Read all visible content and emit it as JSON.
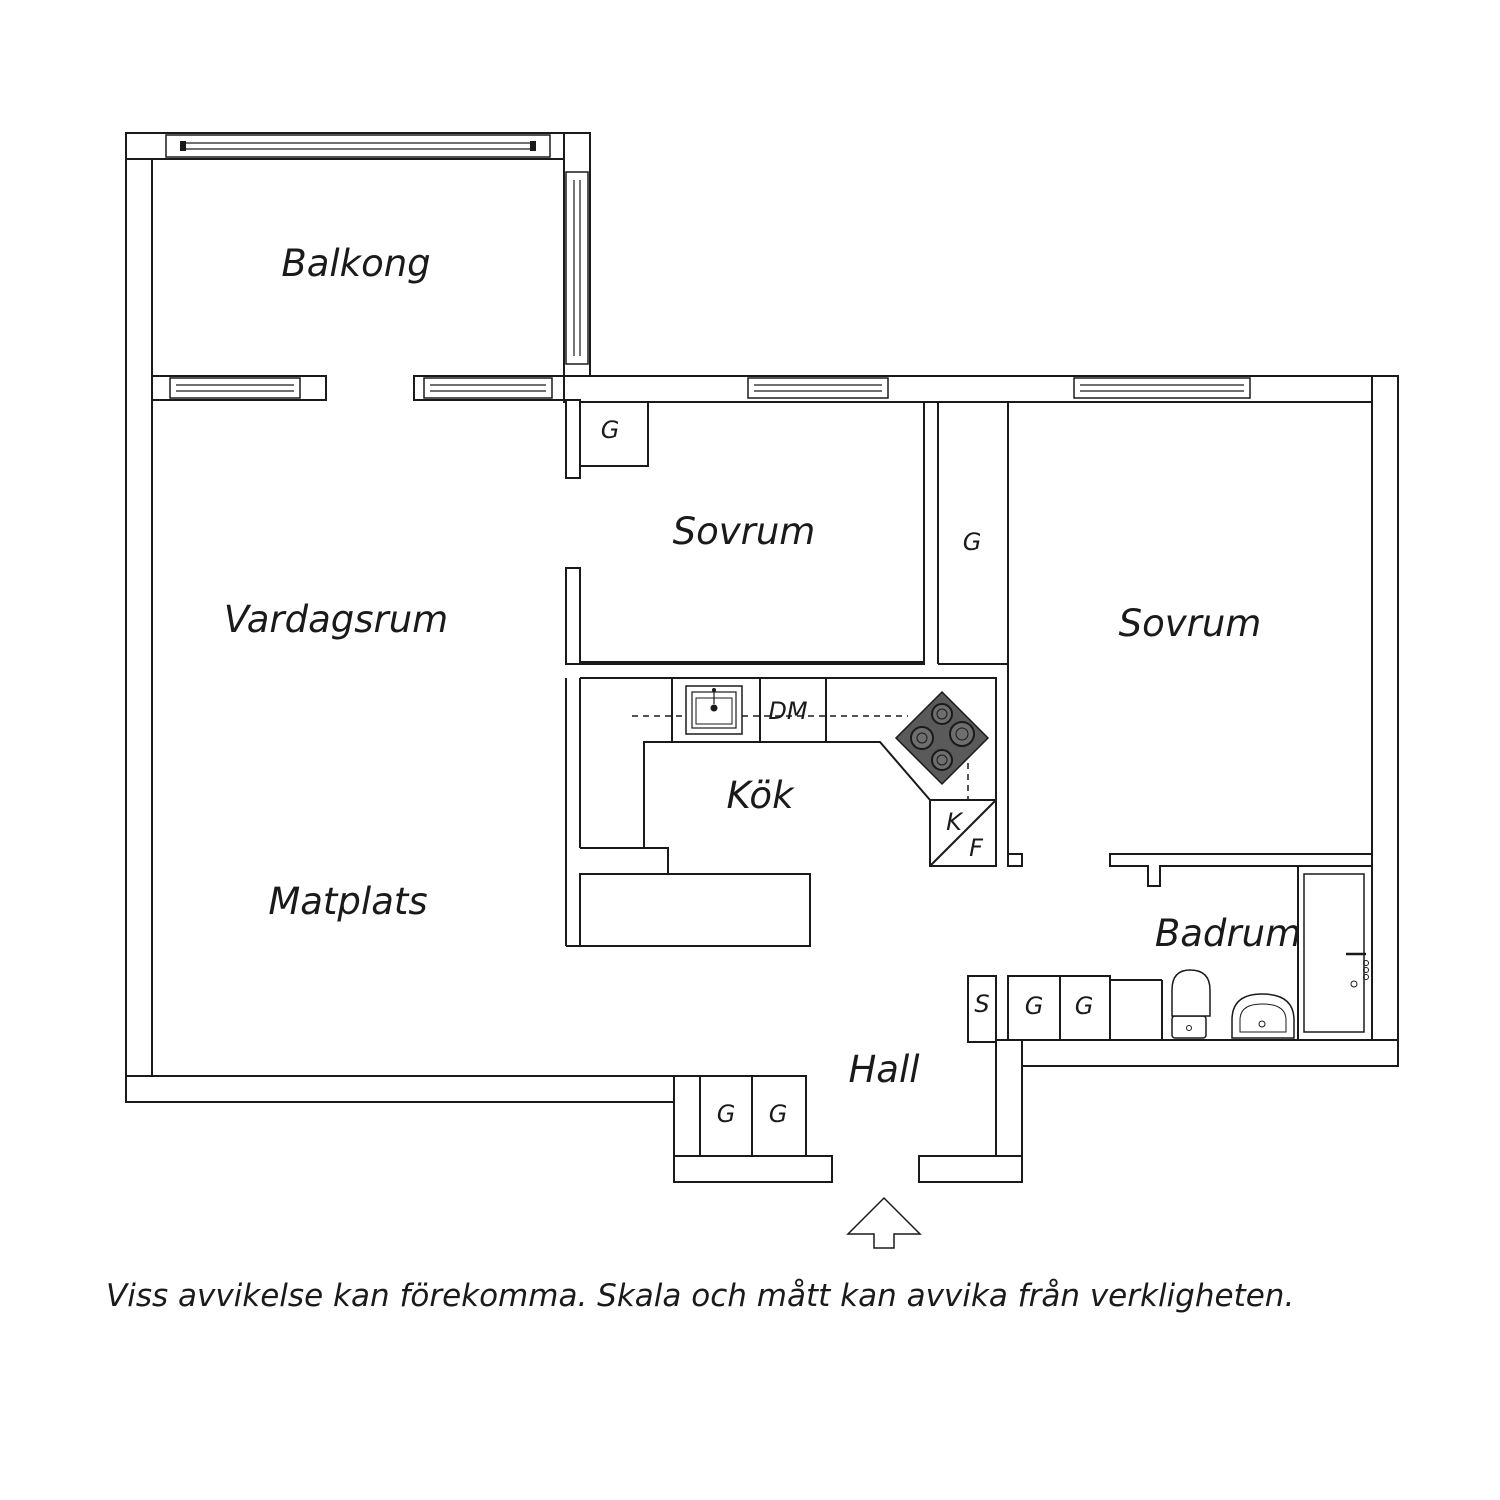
{
  "rooms": {
    "balcony": "Balkong",
    "living_room": "Vardagsrum",
    "dining": "Matplats",
    "bedroom_1": "Sovrum",
    "bedroom_2": "Sovrum",
    "kitchen": "Kök",
    "bathroom": "Badrum",
    "hall": "Hall"
  },
  "fixtures": {
    "wardrobe": "G",
    "storage": "S",
    "dishwasher": "DM",
    "fridge": "K",
    "freezer": "F"
  },
  "icons": [
    "entrance-arrow-icon",
    "sink-icon",
    "stove-icon",
    "toilet-icon",
    "washbasin-icon",
    "bathtub-icon"
  ],
  "disclaimer": "Viss avvikelse kan förekomma. Skala och mått kan avvika från verkligheten."
}
